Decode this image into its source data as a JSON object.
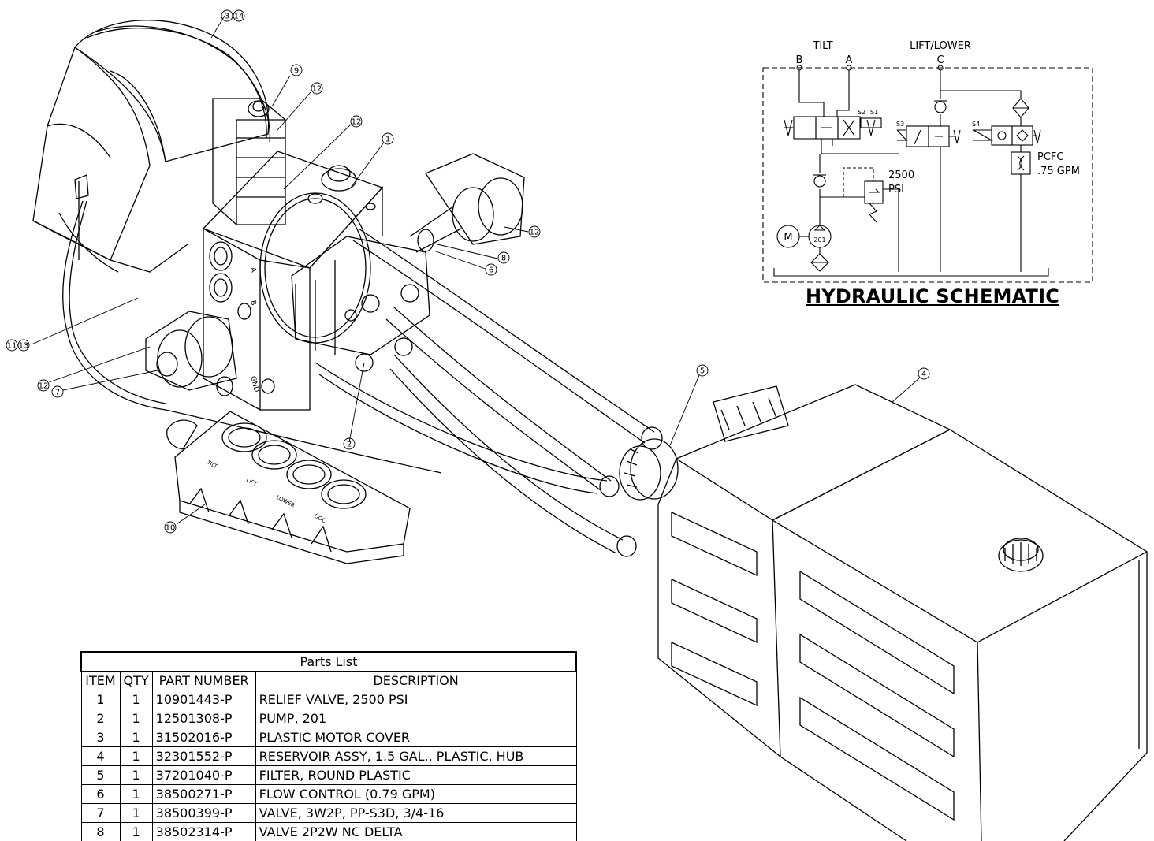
{
  "balloons": [
    {
      "id": "b-3-14",
      "labels": [
        "3",
        "14"
      ]
    },
    {
      "id": "b-9",
      "labels": [
        "9"
      ]
    },
    {
      "id": "b-12a",
      "labels": [
        "12"
      ]
    },
    {
      "id": "b-12b",
      "labels": [
        "12"
      ]
    },
    {
      "id": "b-1",
      "labels": [
        "1"
      ]
    },
    {
      "id": "b-12c",
      "labels": [
        "12"
      ]
    },
    {
      "id": "b-8",
      "labels": [
        "8"
      ]
    },
    {
      "id": "b-6",
      "labels": [
        "6"
      ]
    },
    {
      "id": "b-11-13",
      "labels": [
        "11",
        "13"
      ]
    },
    {
      "id": "b-12d",
      "labels": [
        "12"
      ]
    },
    {
      "id": "b-7",
      "labels": [
        "7"
      ]
    },
    {
      "id": "b-2",
      "labels": [
        "2"
      ]
    },
    {
      "id": "b-5",
      "labels": [
        "5"
      ]
    },
    {
      "id": "b-4",
      "labels": [
        "4"
      ]
    },
    {
      "id": "b-10",
      "labels": [
        "10"
      ]
    }
  ],
  "manifold_ports": [
    "A",
    "B",
    "GND"
  ],
  "pendant_labels": [
    "TILT",
    "LIFT",
    "LOWER",
    "DOC"
  ],
  "schematic": {
    "title": "HYDRAULIC SCHEMATIC",
    "group_tilt": "TILT",
    "group_lift": "LIFT/LOWER",
    "port_b": "B",
    "port_a": "A",
    "port_c": "C",
    "sol_s1": "S1",
    "sol_s2": "S2",
    "sol_s3": "S3",
    "sol_s4": "S4",
    "motor": "M",
    "pump": "201",
    "relief_value": "2500",
    "relief_unit": "PSI",
    "pcfc_label": "PCFC",
    "pcfc_flow": ".75 GPM"
  },
  "parts_list": {
    "title": "Parts List",
    "headers": [
      "ITEM",
      "QTY",
      "PART NUMBER",
      "DESCRIPTION"
    ],
    "rows": [
      {
        "item": "1",
        "qty": "1",
        "part": "10901443-P",
        "desc": "RELIEF VALVE, 2500 PSI"
      },
      {
        "item": "2",
        "qty": "1",
        "part": "12501308-P",
        "desc": "PUMP, 201"
      },
      {
        "item": "3",
        "qty": "1",
        "part": "31502016-P",
        "desc": "PLASTIC MOTOR COVER"
      },
      {
        "item": "4",
        "qty": "1",
        "part": "32301552-P",
        "desc": "RESERVOIR ASSY, 1.5 GAL., PLASTIC, HUB"
      },
      {
        "item": "5",
        "qty": "1",
        "part": "37201040-P",
        "desc": "FILTER, ROUND PLASTIC"
      },
      {
        "item": "6",
        "qty": "1",
        "part": "38500271-P",
        "desc": "FLOW CONTROL (0.79 GPM)"
      },
      {
        "item": "7",
        "qty": "1",
        "part": "38500399-P",
        "desc": "VALVE, 3W2P, PP-S3D, 3/4-16"
      },
      {
        "item": "8",
        "qty": "1",
        "part": "38502314-P",
        "desc": "VALVE 2P2W NC DELTA"
      }
    ]
  }
}
